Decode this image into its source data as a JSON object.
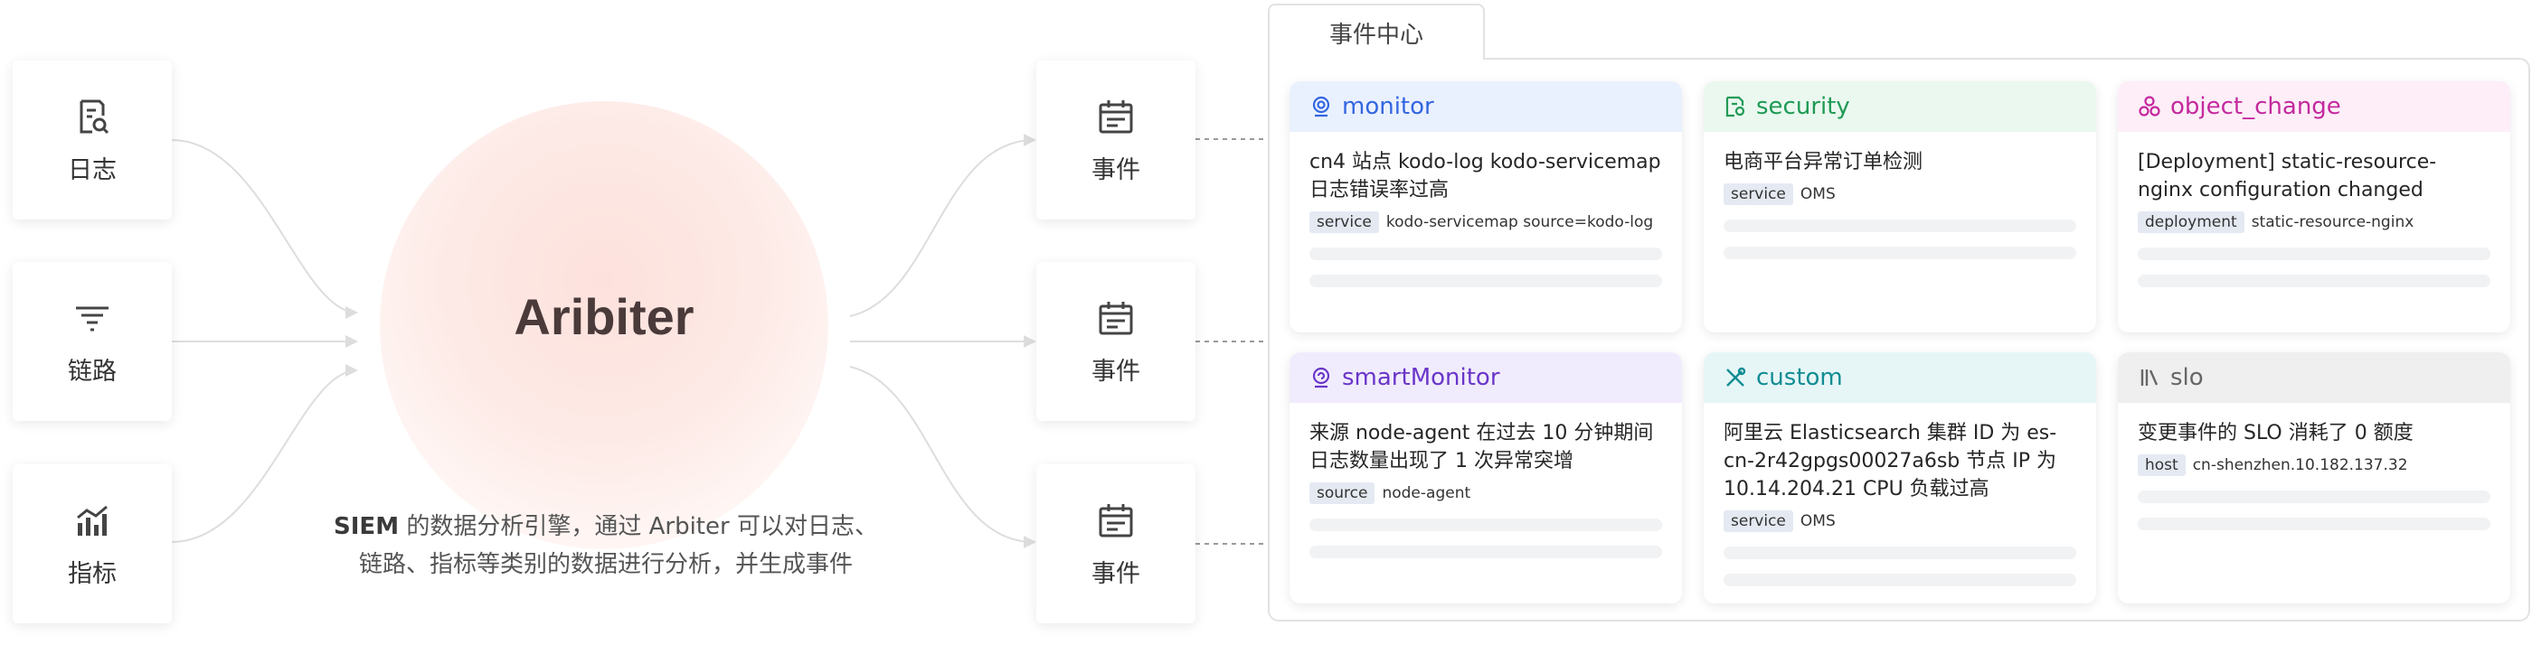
{
  "sources": [
    {
      "label": "日志",
      "icon": "log-search-icon"
    },
    {
      "label": "链路",
      "icon": "trace-filter-icon"
    },
    {
      "label": "指标",
      "icon": "metric-chart-icon"
    }
  ],
  "engine": {
    "title": "Aribiter",
    "desc_bold": "SIEM",
    "desc_line1": " 的数据分析引擎，通过 Arbiter 可以对日志、",
    "desc_line2": "链路、指标等类别的数据进行分析，并生成事件"
  },
  "outputs": [
    {
      "label": "事件",
      "icon": "calendar-icon"
    },
    {
      "label": "事件",
      "icon": "calendar-icon"
    },
    {
      "label": "事件",
      "icon": "calendar-icon"
    }
  ],
  "event_center": {
    "tab_label": "事件中心",
    "events": [
      {
        "type": "monitor",
        "icon": "monitor-icon",
        "color": "#3366e0",
        "bg": "#eaf1fe",
        "title": "cn4 站点 kodo-log kodo-servicemap 日志错误率过高",
        "tag_key": "service",
        "tag_value": "kodo-servicemap source=kodo-log"
      },
      {
        "type": "security",
        "icon": "security-icon",
        "color": "#1f9a55",
        "bg": "#eaf8ef",
        "title": "电商平台异常订单检测",
        "tag_key": "service",
        "tag_value": "OMS"
      },
      {
        "type": "object_change",
        "icon": "object-change-icon",
        "color": "#c4299e",
        "bg": "#fdeef8",
        "title": "[Deployment] static-resource-nginx configuration changed",
        "tag_key": "deployment",
        "tag_value": "static-resource-nginx"
      },
      {
        "type": "smartMonitor",
        "icon": "smart-monitor-icon",
        "color": "#6a36c9",
        "bg": "#f1ecfd",
        "title": "来源 node-agent 在过去 10 分钟期间日志数量出现了 1 次异常突增",
        "tag_key": "source",
        "tag_value": "node-agent"
      },
      {
        "type": "custom",
        "icon": "custom-tools-icon",
        "color": "#118c93",
        "bg": "#e6f6f7",
        "title": "阿里云 Elasticsearch 集群 ID 为 es-cn-2r42gpgs00027a6sb 节点 IP 为 10.14.204.21 CPU 负载过高",
        "tag_key": "service",
        "tag_value": "OMS"
      },
      {
        "type": "slo",
        "icon": "slo-icon",
        "color": "#666666",
        "bg": "#efefef",
        "title": "变更事件的 SLO 消耗了 0 额度",
        "tag_key": "host",
        "tag_value": "cn-shenzhen.10.182.137.32"
      }
    ]
  }
}
